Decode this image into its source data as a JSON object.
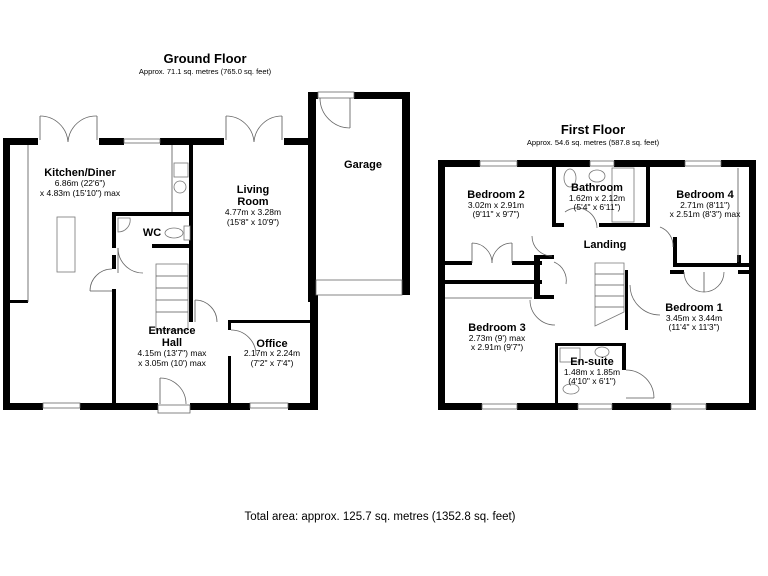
{
  "ground_floor": {
    "title": "Ground Floor",
    "area": "Approx. 71.1 sq. metres (765.0 sq. feet)",
    "rooms": {
      "kitchen": {
        "name": "Kitchen/Diner",
        "dim1": "6.86m (22'6\")",
        "dim2": "x 4.83m (15'10\") max"
      },
      "wc": {
        "name": "WC"
      },
      "living": {
        "name1": "Living",
        "name2": "Room",
        "dim1": "4.77m x 3.28m",
        "dim2": "(15'8\" x 10'9\")"
      },
      "garage": {
        "name": "Garage"
      },
      "hall": {
        "name1": "Entrance",
        "name2": "Hall",
        "dim1": "4.15m (13'7\") max",
        "dim2": "x 3.05m (10') max"
      },
      "office": {
        "name": "Office",
        "dim1": "2.17m x 2.24m",
        "dim2": "(7'2\" x 7'4\")"
      }
    }
  },
  "first_floor": {
    "title": "First Floor",
    "area": "Approx. 54.6 sq. metres (587.8 sq. feet)",
    "rooms": {
      "bedroom2": {
        "name": "Bedroom 2",
        "dim1": "3.02m x 2.91m",
        "dim2": "(9'11\" x 9'7\")"
      },
      "bathroom": {
        "name": "Bathroom",
        "dim1": "1.62m x 2.12m",
        "dim2": "(5'4\" x 6'11\")"
      },
      "bedroom4": {
        "name": "Bedroom 4",
        "dim1": "2.71m (8'11\")",
        "dim2": "x 2.51m (8'3\") max"
      },
      "landing": {
        "name": "Landing"
      },
      "bedroom3": {
        "name": "Bedroom 3",
        "dim1": "2.73m (9') max",
        "dim2": "x 2.91m (9'7\")"
      },
      "bedroom1": {
        "name": "Bedroom 1",
        "dim1": "3.45m x 3.44m",
        "dim2": "(11'4\" x 11'3\")"
      },
      "ensuite": {
        "name": "En-suite",
        "dim1": "1.48m x 1.85m",
        "dim2": "(4'10\" x 6'1\")"
      }
    }
  },
  "total_area": "Total area: approx. 125.7 sq. metres (1352.8 sq. feet)"
}
